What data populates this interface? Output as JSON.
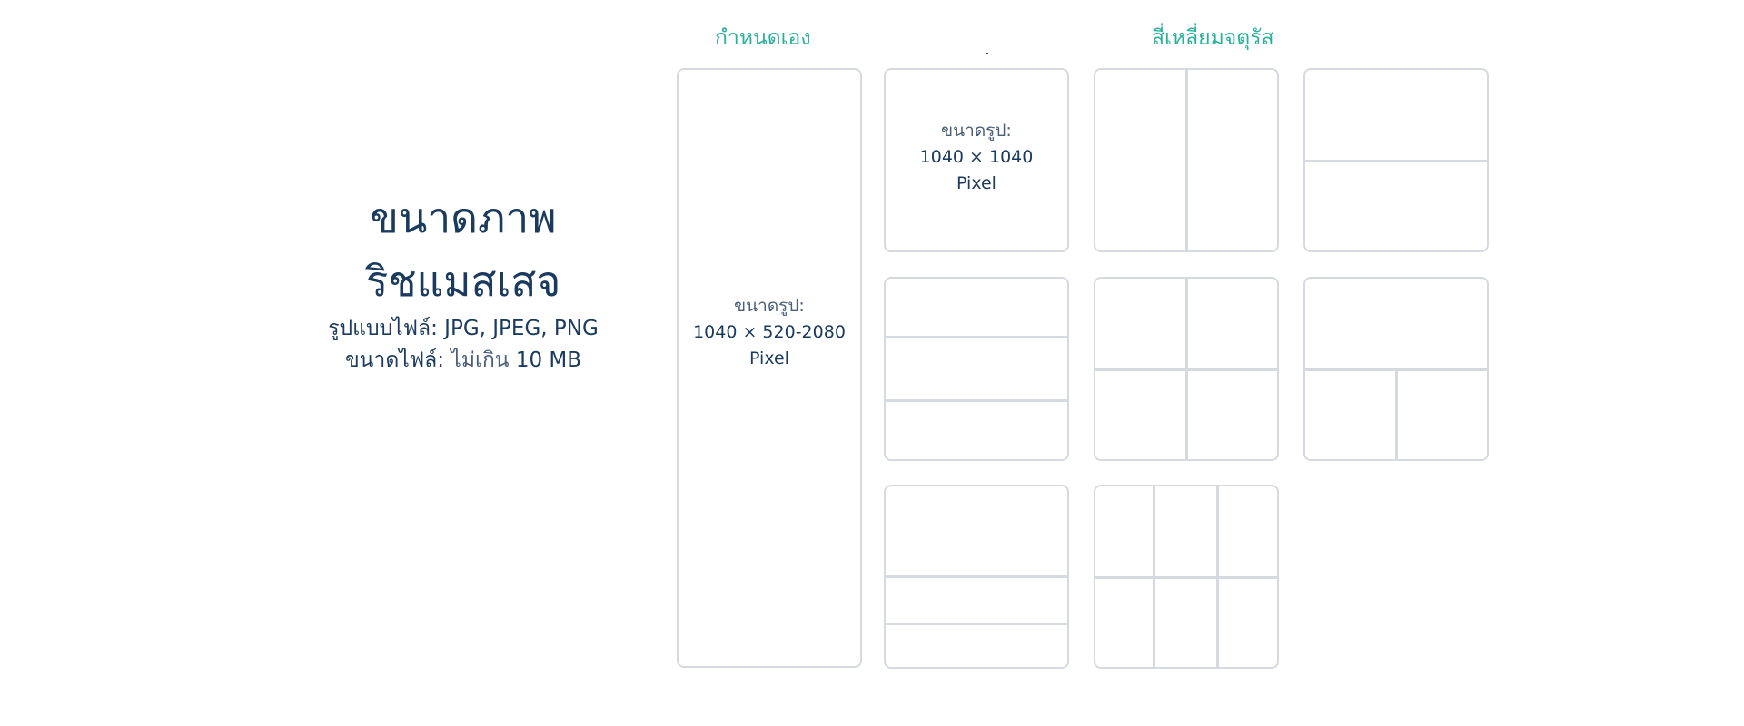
{
  "info": {
    "title_line1": "ขนาดภาพ",
    "title_line2": "ริชแมสเสจ",
    "format_label": "รูปแบบไฟล์:",
    "format_value": "JPG, JPEG, PNG",
    "size_label": "ขนาดไฟล์:",
    "size_limit_text": "ไม่เกิน",
    "size_value": "10 MB"
  },
  "groups": {
    "custom_label": "กำหนดเอง",
    "square_label": "สี่เหลี่ยมจตุรัส"
  },
  "colors": {
    "title": "#1a3a5e",
    "accent": "#2bb09c",
    "tile_border": "#d6d9df"
  },
  "tiles": {
    "custom": {
      "caption_label": "ขนาดรูป:",
      "caption_size": "1040 × 520-2080",
      "caption_unit": "Pixel"
    },
    "square_full": {
      "caption_label": "ขนาดรูป:",
      "caption_size": "1040 × 1040",
      "caption_unit": "Pixel"
    },
    "layouts": [
      {
        "name": "1 area"
      },
      {
        "name": "2 columns"
      },
      {
        "name": "2 rows"
      },
      {
        "name": "3 rows"
      },
      {
        "name": "2×2 grid"
      },
      {
        "name": "1 top + 2 bottom"
      },
      {
        "name": "1 top + 2 rows"
      },
      {
        "name": "3×2 grid"
      }
    ]
  }
}
